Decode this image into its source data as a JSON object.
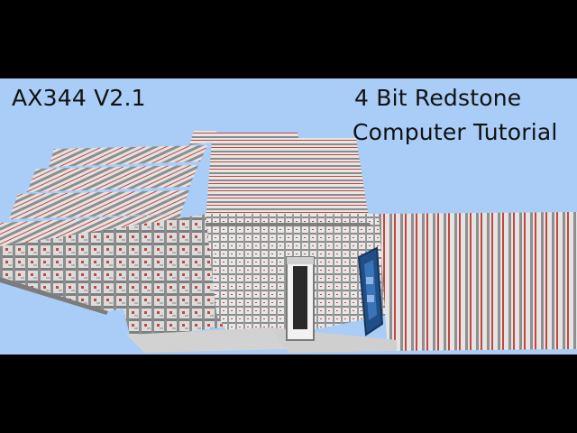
{
  "video": {
    "title_left": "AX344 V2.1",
    "title_right_line1": "4 Bit Redstone",
    "title_right_line2": "Computer Tutorial"
  },
  "scene": {
    "sky_color": "#a9cdf6",
    "block_color": "#e6e6e6",
    "shadow_color": "#8c8c8c",
    "redstone_color": "#c4473e",
    "screen_color": "#1f4f86",
    "letterbox_color": "#000000"
  }
}
